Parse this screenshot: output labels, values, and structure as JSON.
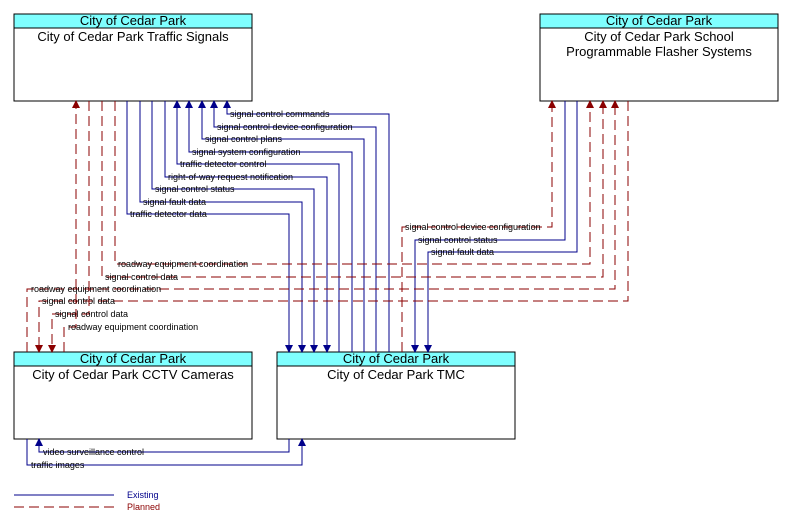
{
  "nodes": {
    "signals": {
      "header": "City of Cedar Park",
      "title_lines": [
        "City of Cedar Park Traffic Signals"
      ]
    },
    "flasher": {
      "header": "City of Cedar Park",
      "title_lines": [
        "City of Cedar Park School",
        "Programmable Flasher Systems"
      ]
    },
    "cctv": {
      "header": "City of Cedar Park",
      "title_lines": [
        "City of Cedar Park CCTV Cameras"
      ]
    },
    "tmc": {
      "header": "City of Cedar Park",
      "title_lines": [
        "City of Cedar Park TMC"
      ]
    }
  },
  "flows": [
    {
      "label": "signal control commands",
      "status": "existing"
    },
    {
      "label": "signal control device configuration",
      "status": "existing"
    },
    {
      "label": "signal control plans",
      "status": "existing"
    },
    {
      "label": "signal system configuration",
      "status": "existing"
    },
    {
      "label": "traffic detector control",
      "status": "existing"
    },
    {
      "label": "right-of-way request notification",
      "status": "existing"
    },
    {
      "label": "signal control status",
      "status": "existing"
    },
    {
      "label": "signal fault data",
      "status": "existing"
    },
    {
      "label": "traffic detector data",
      "status": "existing"
    },
    {
      "label": "signal control device configuration",
      "status": "planned"
    },
    {
      "label": "signal control status",
      "status": "existing"
    },
    {
      "label": "signal fault data",
      "status": "existing"
    },
    {
      "label": "roadway equipment coordination",
      "status": "planned"
    },
    {
      "label": "signal control data",
      "status": "planned"
    },
    {
      "label": "roadway equipment coordination",
      "status": "planned"
    },
    {
      "label": "signal control data",
      "status": "planned"
    },
    {
      "label": "signal control data",
      "status": "planned"
    },
    {
      "label": "roadway equipment coordination",
      "status": "planned"
    },
    {
      "label": "video surveillance control",
      "status": "existing"
    },
    {
      "label": "traffic images",
      "status": "existing"
    }
  ],
  "legend": {
    "existing": {
      "label": "Existing",
      "color": "#00008b"
    },
    "planned": {
      "label": "Planned",
      "color": "#8b0000"
    }
  },
  "colors": {
    "header_fill": "#7fffff",
    "existing": "#00008b",
    "planned": "#8b0000"
  }
}
